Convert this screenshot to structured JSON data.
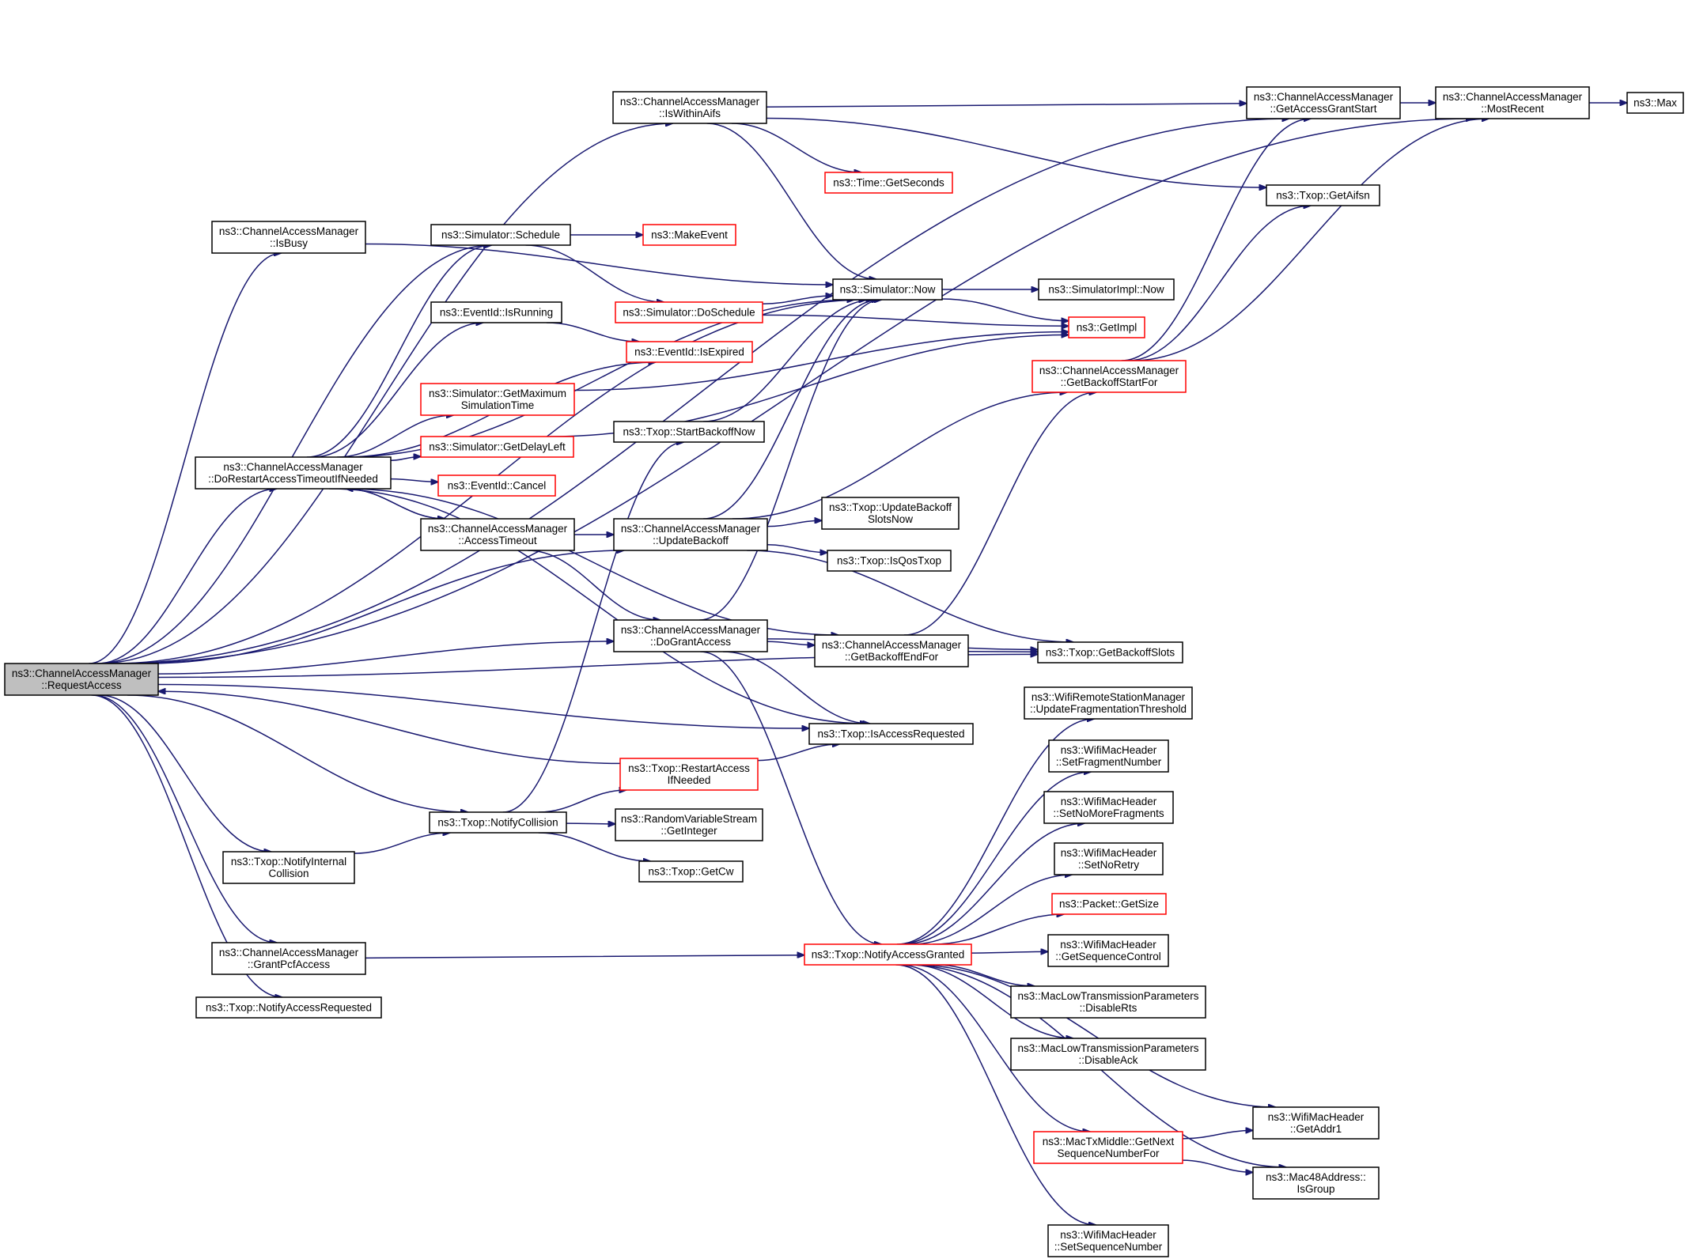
{
  "nodes": [
    {
      "id": "root",
      "lines": [
        "ns3::ChannelAccessManager",
        "::RequestAccess"
      ],
      "style": "root"
    },
    {
      "id": "getAccessGrantStart",
      "lines": [
        "ns3::ChannelAccessManager",
        "::GetAccessGrantStart"
      ],
      "style": "normal"
    },
    {
      "id": "mostRecent",
      "lines": [
        "ns3::ChannelAccessManager",
        "::MostRecent"
      ],
      "style": "normal"
    },
    {
      "id": "max",
      "lines": [
        "ns3::Max"
      ],
      "style": "normal"
    },
    {
      "id": "isWithinAifs",
      "lines": [
        "ns3::ChannelAccessManager",
        "::IsWithinAifs"
      ],
      "style": "normal"
    },
    {
      "id": "timeGetSeconds",
      "lines": [
        "ns3::Time::GetSeconds"
      ],
      "style": "red"
    },
    {
      "id": "getAifsn",
      "lines": [
        "ns3::Txop::GetAifsn"
      ],
      "style": "normal"
    },
    {
      "id": "isBusy",
      "lines": [
        "ns3::ChannelAccessManager",
        "::IsBusy"
      ],
      "style": "normal"
    },
    {
      "id": "schedule",
      "lines": [
        "ns3::Simulator::Schedule"
      ],
      "style": "normal"
    },
    {
      "id": "makeEvent",
      "lines": [
        "ns3::MakeEvent"
      ],
      "style": "red"
    },
    {
      "id": "now",
      "lines": [
        "ns3::Simulator::Now"
      ],
      "style": "normal"
    },
    {
      "id": "implNow",
      "lines": [
        "ns3::SimulatorImpl::Now"
      ],
      "style": "normal"
    },
    {
      "id": "doSchedule",
      "lines": [
        "ns3::Simulator::DoSchedule"
      ],
      "style": "red"
    },
    {
      "id": "getImpl",
      "lines": [
        "ns3::GetImpl"
      ],
      "style": "red"
    },
    {
      "id": "isRunning",
      "lines": [
        "ns3::EventId::IsRunning"
      ],
      "style": "normal"
    },
    {
      "id": "isExpired",
      "lines": [
        "ns3::EventId::IsExpired"
      ],
      "style": "red"
    },
    {
      "id": "getBackoffStartFor",
      "lines": [
        "ns3::ChannelAccessManager",
        "::GetBackoffStartFor"
      ],
      "style": "red"
    },
    {
      "id": "getMaxSimTime",
      "lines": [
        "ns3::Simulator::GetMaximum",
        "SimulationTime"
      ],
      "style": "red"
    },
    {
      "id": "startBackoffNow",
      "lines": [
        "ns3::Txop::StartBackoffNow"
      ],
      "style": "normal"
    },
    {
      "id": "doRestart",
      "lines": [
        "ns3::ChannelAccessManager",
        "::DoRestartAccessTimeoutIfNeeded"
      ],
      "style": "normal"
    },
    {
      "id": "getDelayLeft",
      "lines": [
        "ns3::Simulator::GetDelayLeft"
      ],
      "style": "red"
    },
    {
      "id": "cancel",
      "lines": [
        "ns3::EventId::Cancel"
      ],
      "style": "red"
    },
    {
      "id": "updateBackoffSlotsNow",
      "lines": [
        "ns3::Txop::UpdateBackoff",
        "SlotsNow"
      ],
      "style": "normal"
    },
    {
      "id": "accessTimeout",
      "lines": [
        "ns3::ChannelAccessManager",
        "::AccessTimeout"
      ],
      "style": "normal"
    },
    {
      "id": "updateBackoff",
      "lines": [
        "ns3::ChannelAccessManager",
        "::UpdateBackoff"
      ],
      "style": "normal"
    },
    {
      "id": "isQosTxop",
      "lines": [
        "ns3::Txop::IsQosTxop"
      ],
      "style": "normal"
    },
    {
      "id": "doGrantAccess",
      "lines": [
        "ns3::ChannelAccessManager",
        "::DoGrantAccess"
      ],
      "style": "normal"
    },
    {
      "id": "getBackoffEndFor",
      "lines": [
        "ns3::ChannelAccessManager",
        "::GetBackoffEndFor"
      ],
      "style": "normal"
    },
    {
      "id": "getBackoffSlots",
      "lines": [
        "ns3::Txop::GetBackoffSlots"
      ],
      "style": "normal"
    },
    {
      "id": "updateFragThreshold",
      "lines": [
        "ns3::WifiRemoteStationManager",
        "::UpdateFragmentationThreshold"
      ],
      "style": "normal"
    },
    {
      "id": "isAccessRequested",
      "lines": [
        "ns3::Txop::IsAccessRequested"
      ],
      "style": "normal"
    },
    {
      "id": "setFragmentNumber",
      "lines": [
        "ns3::WifiMacHeader",
        "::SetFragmentNumber"
      ],
      "style": "normal"
    },
    {
      "id": "restartAccessIfNeeded",
      "lines": [
        "ns3::Txop::RestartAccess",
        "IfNeeded"
      ],
      "style": "red"
    },
    {
      "id": "setNoMoreFragments",
      "lines": [
        "ns3::WifiMacHeader",
        "::SetNoMoreFragments"
      ],
      "style": "normal"
    },
    {
      "id": "notifyCollision",
      "lines": [
        "ns3::Txop::NotifyCollision"
      ],
      "style": "normal"
    },
    {
      "id": "getInteger",
      "lines": [
        "ns3::RandomVariableStream",
        "::GetInteger"
      ],
      "style": "normal"
    },
    {
      "id": "notifyInternalCollision",
      "lines": [
        "ns3::Txop::NotifyInternal",
        "Collision"
      ],
      "style": "normal"
    },
    {
      "id": "getCw",
      "lines": [
        "ns3::Txop::GetCw"
      ],
      "style": "normal"
    },
    {
      "id": "setNoRetry",
      "lines": [
        "ns3::WifiMacHeader",
        "::SetNoRetry"
      ],
      "style": "normal"
    },
    {
      "id": "packetGetSize",
      "lines": [
        "ns3::Packet::GetSize"
      ],
      "style": "red"
    },
    {
      "id": "grantPcfAccess",
      "lines": [
        "ns3::ChannelAccessManager",
        "::GrantPcfAccess"
      ],
      "style": "normal"
    },
    {
      "id": "notifyAccessGranted",
      "lines": [
        "ns3::Txop::NotifyAccessGranted"
      ],
      "style": "red"
    },
    {
      "id": "getSequenceControl",
      "lines": [
        "ns3::WifiMacHeader",
        "::GetSequenceControl"
      ],
      "style": "normal"
    },
    {
      "id": "notifyAccessRequested",
      "lines": [
        "ns3::Txop::NotifyAccessRequested"
      ],
      "style": "normal"
    },
    {
      "id": "disableRts",
      "lines": [
        "ns3::MacLowTransmissionParameters",
        "::DisableRts"
      ],
      "style": "normal"
    },
    {
      "id": "disableAck",
      "lines": [
        "ns3::MacLowTransmissionParameters",
        "::DisableAck"
      ],
      "style": "normal"
    },
    {
      "id": "getAddr1",
      "lines": [
        "ns3::WifiMacHeader",
        "::GetAddr1"
      ],
      "style": "normal"
    },
    {
      "id": "getNextSeqNum",
      "lines": [
        "ns3::MacTxMiddle::GetNext",
        "SequenceNumberFor"
      ],
      "style": "red"
    },
    {
      "id": "isGroup",
      "lines": [
        "ns3::Mac48Address::",
        "IsGroup"
      ],
      "style": "normal"
    },
    {
      "id": "setSequenceNumber",
      "lines": [
        "ns3::WifiMacHeader",
        "::SetSequenceNumber"
      ],
      "style": "normal"
    }
  ],
  "edges": [
    [
      "root",
      "getAccessGrantStart"
    ],
    [
      "root",
      "mostRecent"
    ],
    [
      "root",
      "isWithinAifs"
    ],
    [
      "root",
      "isBusy"
    ],
    [
      "root",
      "now"
    ],
    [
      "root",
      "schedule"
    ],
    [
      "root",
      "doRestart"
    ],
    [
      "root",
      "updateBackoff"
    ],
    [
      "root",
      "doGrantAccess"
    ],
    [
      "root",
      "isAccessRequested"
    ],
    [
      "root",
      "notifyCollision"
    ],
    [
      "root",
      "notifyInternalCollision"
    ],
    [
      "root",
      "getBackoffSlots"
    ],
    [
      "root",
      "grantPcfAccess"
    ],
    [
      "root",
      "notifyAccessRequested"
    ],
    [
      "restartAccessIfNeeded",
      "root"
    ],
    [
      "isWithinAifs",
      "getAccessGrantStart"
    ],
    [
      "isWithinAifs",
      "timeGetSeconds"
    ],
    [
      "isWithinAifs",
      "getAifsn"
    ],
    [
      "isWithinAifs",
      "now"
    ],
    [
      "getAccessGrantStart",
      "mostRecent"
    ],
    [
      "mostRecent",
      "max"
    ],
    [
      "isBusy",
      "now"
    ],
    [
      "schedule",
      "makeEvent"
    ],
    [
      "schedule",
      "doSchedule"
    ],
    [
      "doSchedule",
      "now"
    ],
    [
      "doSchedule",
      "getImpl"
    ],
    [
      "now",
      "implNow"
    ],
    [
      "now",
      "getImpl"
    ],
    [
      "isRunning",
      "isExpired"
    ],
    [
      "getBackoffStartFor",
      "getAccessGrantStart"
    ],
    [
      "getBackoffStartFor",
      "mostRecent"
    ],
    [
      "getBackoffStartFor",
      "getAifsn"
    ],
    [
      "getMaxSimTime",
      "getImpl"
    ],
    [
      "getDelayLeft",
      "getImpl"
    ],
    [
      "doRestart",
      "schedule"
    ],
    [
      "doRestart",
      "now"
    ],
    [
      "doRestart",
      "isRunning"
    ],
    [
      "doRestart",
      "isExpired"
    ],
    [
      "doRestart",
      "getMaxSimTime"
    ],
    [
      "doRestart",
      "getDelayLeft"
    ],
    [
      "doRestart",
      "cancel"
    ],
    [
      "doRestart",
      "accessTimeout"
    ],
    [
      "doRestart",
      "getBackoffEndFor"
    ],
    [
      "doRestart",
      "isAccessRequested"
    ],
    [
      "accessTimeout",
      "doRestart"
    ],
    [
      "accessTimeout",
      "updateBackoff"
    ],
    [
      "accessTimeout",
      "doGrantAccess"
    ],
    [
      "updateBackoff",
      "now"
    ],
    [
      "updateBackoff",
      "getBackoffStartFor"
    ],
    [
      "updateBackoff",
      "updateBackoffSlotsNow"
    ],
    [
      "updateBackoff",
      "isQosTxop"
    ],
    [
      "updateBackoff",
      "getBackoffSlots"
    ],
    [
      "doGrantAccess",
      "now"
    ],
    [
      "doGrantAccess",
      "getBackoffEndFor"
    ],
    [
      "doGrantAccess",
      "getBackoffSlots"
    ],
    [
      "doGrantAccess",
      "isAccessRequested"
    ],
    [
      "doGrantAccess",
      "notifyAccessGranted"
    ],
    [
      "getBackoffEndFor",
      "getBackoffStartFor"
    ],
    [
      "getBackoffEndFor",
      "getBackoffSlots"
    ],
    [
      "restartAccessIfNeeded",
      "isAccessRequested"
    ],
    [
      "startBackoffNow",
      "now"
    ],
    [
      "notifyCollision",
      "startBackoffNow"
    ],
    [
      "notifyCollision",
      "restartAccessIfNeeded"
    ],
    [
      "notifyCollision",
      "getInteger"
    ],
    [
      "notifyCollision",
      "getCw"
    ],
    [
      "notifyInternalCollision",
      "notifyCollision"
    ],
    [
      "grantPcfAccess",
      "notifyAccessGranted"
    ],
    [
      "notifyAccessGranted",
      "updateFragThreshold"
    ],
    [
      "notifyAccessGranted",
      "setFragmentNumber"
    ],
    [
      "notifyAccessGranted",
      "setNoMoreFragments"
    ],
    [
      "notifyAccessGranted",
      "setNoRetry"
    ],
    [
      "notifyAccessGranted",
      "packetGetSize"
    ],
    [
      "notifyAccessGranted",
      "getSequenceControl"
    ],
    [
      "notifyAccessGranted",
      "disableRts"
    ],
    [
      "notifyAccessGranted",
      "disableAck"
    ],
    [
      "notifyAccessGranted",
      "getNextSeqNum"
    ],
    [
      "notifyAccessGranted",
      "getAddr1"
    ],
    [
      "notifyAccessGranted",
      "isGroup"
    ],
    [
      "notifyAccessGranted",
      "setSequenceNumber"
    ],
    [
      "getNextSeqNum",
      "getAddr1"
    ],
    [
      "getNextSeqNum",
      "isGroup"
    ]
  ]
}
